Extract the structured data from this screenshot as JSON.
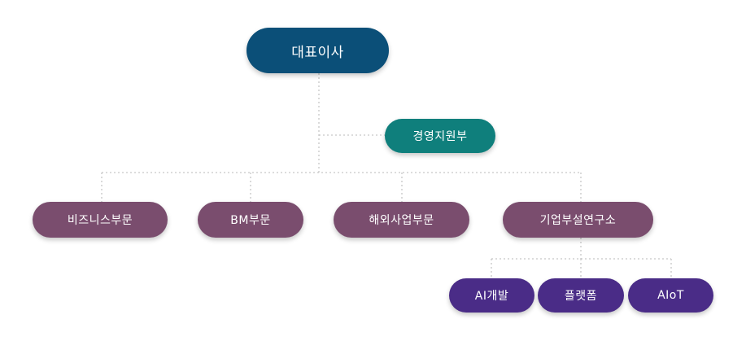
{
  "colors": {
    "ceo": "#0b4f78",
    "support": "#0f7f7c",
    "division": "#7a4d6e",
    "lab": "#4a2c87",
    "connector": "#c6c6c6"
  },
  "nodes": {
    "ceo": "대표이사",
    "support": "경영지원부",
    "divisions": [
      "비즈니스부문",
      "BM부문",
      "해외사업부문",
      "기업부설연구소"
    ],
    "labs": [
      "AI개발",
      "플랫폼",
      "AIoT"
    ]
  }
}
